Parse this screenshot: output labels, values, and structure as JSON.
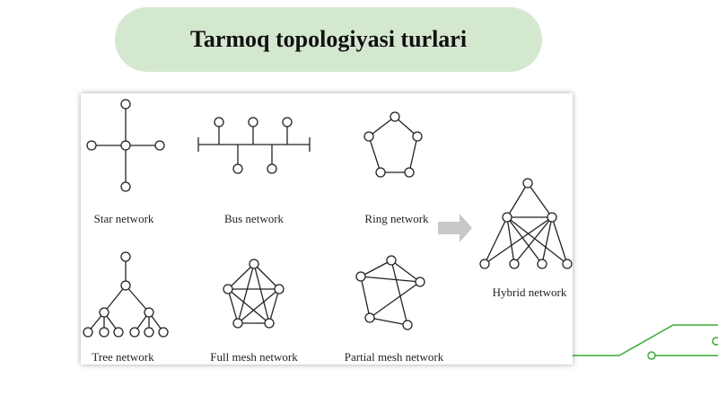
{
  "slide": {
    "title": "Tarmoq topologiyasi turlari"
  },
  "figure": {
    "labels": {
      "star": "Star network",
      "bus": "Bus network",
      "ring": "Ring network",
      "tree": "Tree network",
      "full_mesh": "Full mesh network",
      "partial_mesh": "Partial mesh network",
      "hybrid": "Hybrid network"
    },
    "colors": {
      "node_stroke": "#222222",
      "edge": "#222222",
      "arrow": "#c8c8c8",
      "title_bg": "#d4e8d0",
      "circuit": "#3aaa35"
    }
  }
}
